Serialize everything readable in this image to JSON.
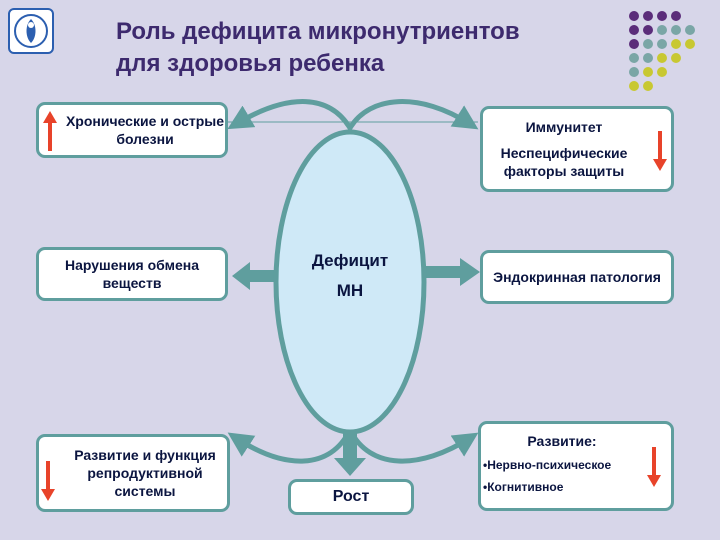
{
  "title_line1": "Роль дефицита микронутриентов",
  "title_line2": "для здоровья ребенка",
  "center": {
    "line1": "Дефицит",
    "line2": "МН"
  },
  "boxes": {
    "chronic": "Хронические и острые болезни",
    "immunity_title": "Иммунитет",
    "immunity_sub": "Неспецифические факторы защиты",
    "metabolism": "Нарушения обмена веществ",
    "endocrine": "Эндокринная патология",
    "reproductive": "Развитие и функция репродуктивной системы",
    "growth": "Рост",
    "development_title": "Развитие:",
    "development_items": [
      "•Нервно-психическое",
      "•Когнитивное"
    ]
  },
  "indicators": {
    "chronic": "up",
    "immunity": "down",
    "reproductive": "down",
    "development": "down"
  },
  "colors": {
    "arrow_teal": "#5f9e9e",
    "indicator_red": "#e8432a",
    "ellipse_fill": "#cfe9f7",
    "ellipse_stroke": "#5f9e9e",
    "title": "#3d2a6e",
    "dot_purple": "#5b2d7a",
    "dot_teal": "#7aa6a6",
    "dot_yellow": "#c8c832"
  },
  "icons": [
    "logo-emblem-icon",
    "arrow-up-icon",
    "arrow-down-icon"
  ]
}
